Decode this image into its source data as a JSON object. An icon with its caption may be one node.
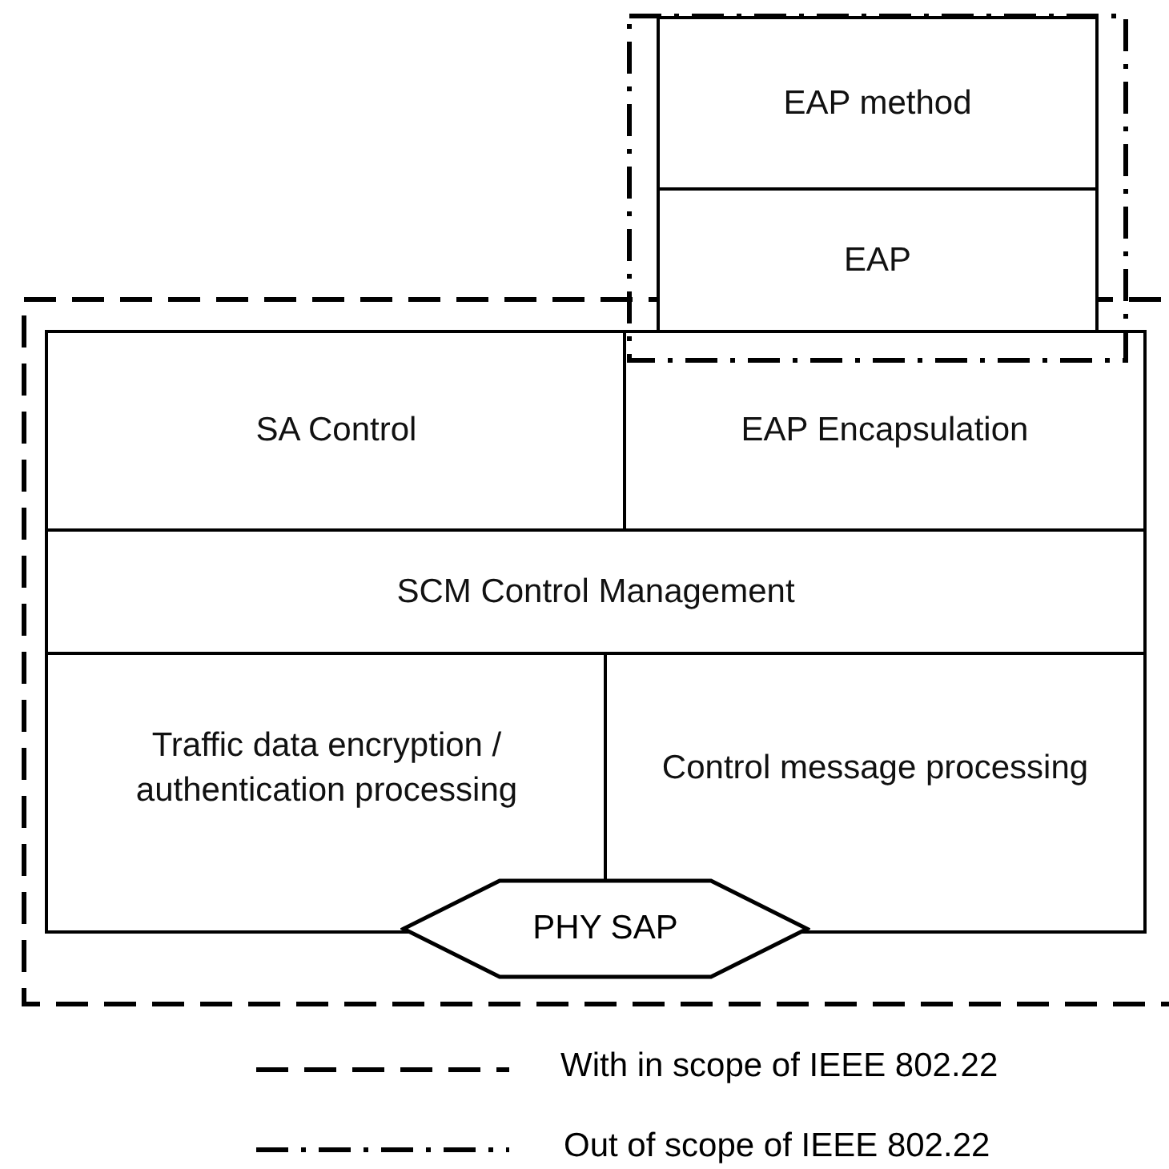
{
  "diagram": {
    "nodes": [
      {
        "text": [
          "EAP method"
        ]
      },
      {
        "text": [
          "EAP"
        ]
      },
      {
        "text": [
          "SA Control"
        ]
      },
      {
        "text": [
          "EAP Encapsulation"
        ]
      },
      {
        "text": [
          "SCM Control Management"
        ]
      },
      {
        "text": [
          "Traffic data encryption / authentication processing"
        ]
      },
      {
        "text": [
          "Control message processing"
        ]
      },
      {
        "text": [
          "PHY SAP"
        ]
      }
    ],
    "edges": [],
    "legend": [
      {
        "text": "With in scope of IEEE 802.22"
      },
      {
        "text": "Out of scope of IEEE 802.22"
      }
    ]
  }
}
